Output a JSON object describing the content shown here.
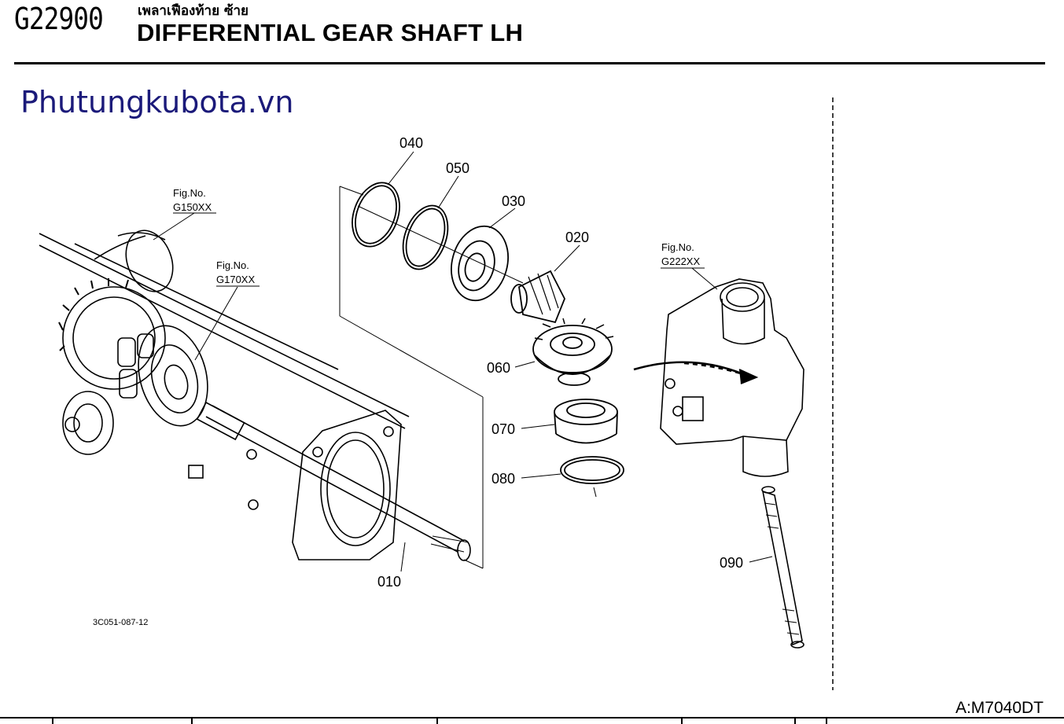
{
  "header": {
    "code": "G22900",
    "title_thai": "เพลาเฟืองท้าย ซ้าย",
    "title": "DIFFERENTIAL GEAR SHAFT LH"
  },
  "watermark": "Phutungkubota.vn",
  "figure_refs": [
    {
      "label": "Fig.No.",
      "value": "G150XX"
    },
    {
      "label": "Fig.No.",
      "value": "G170XX"
    },
    {
      "label": "Fig.No.",
      "value": "G222XX"
    }
  ],
  "parts": [
    {
      "number": "040"
    },
    {
      "number": "050"
    },
    {
      "number": "030"
    },
    {
      "number": "020"
    },
    {
      "number": "060"
    },
    {
      "number": "070"
    },
    {
      "number": "080"
    },
    {
      "number": "010"
    },
    {
      "number": "090"
    }
  ],
  "drawing_code": "3C051-087-12",
  "model_ref": "A:M7040DT"
}
